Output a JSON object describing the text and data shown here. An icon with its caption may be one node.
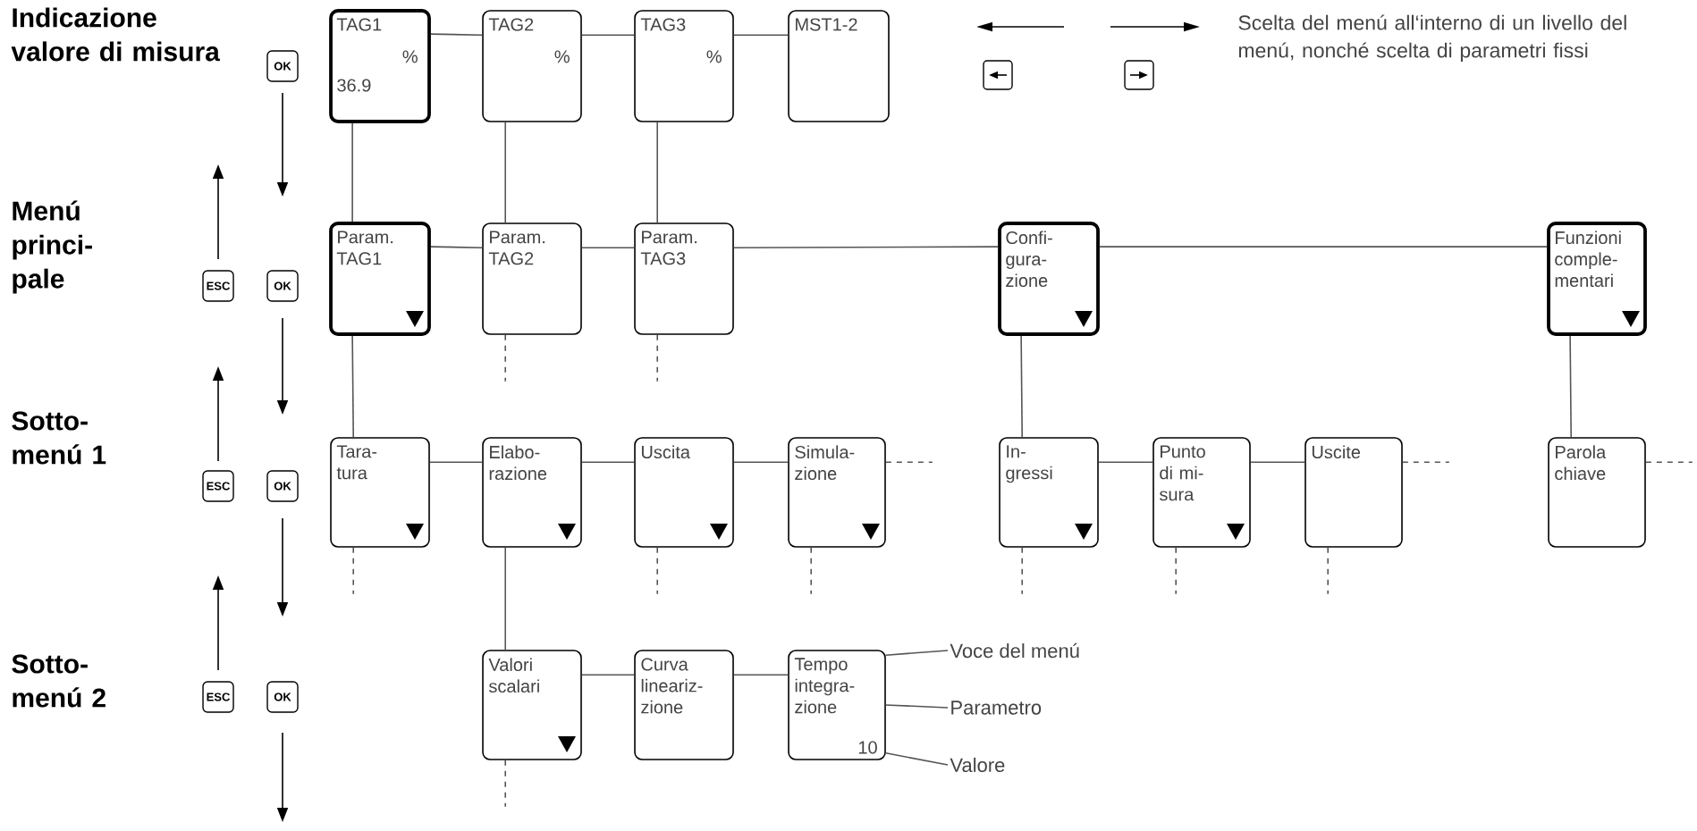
{
  "diagram": {
    "nodes": [
      {
        "text": [
          "TAG1",
          "%",
          "36.9"
        ]
      },
      {
        "text": [
          "TAG2",
          "%"
        ]
      },
      {
        "text": [
          "TAG3",
          "%"
        ]
      },
      {
        "text": [
          "MST1-2"
        ]
      },
      {
        "text": [
          "Param. TAG1"
        ]
      },
      {
        "text": [
          "Param. TAG2"
        ]
      },
      {
        "text": [
          "Param. TAG3"
        ]
      },
      {
        "text": [
          "Confi- gura- zione"
        ]
      },
      {
        "text": [
          "Funzioni comple- mentari"
        ]
      },
      {
        "text": [
          "Tara- tura"
        ]
      },
      {
        "text": [
          "Elabo- razione"
        ]
      },
      {
        "text": [
          "Uscita"
        ]
      },
      {
        "text": [
          "Simula- zione"
        ]
      },
      {
        "text": [
          "In- gressi"
        ]
      },
      {
        "text": [
          "Punto di mi- sura"
        ]
      },
      {
        "text": [
          "Uscite"
        ]
      },
      {
        "text": [
          "Parola chiave"
        ]
      },
      {
        "text": [
          "Valori scalari"
        ]
      },
      {
        "text": [
          "Curva lineariz- zione"
        ]
      },
      {
        "text": [
          "Tempo integra- zione",
          "10"
        ]
      },
      {
        "text": [
          "Voce del menú"
        ]
      },
      {
        "text": [
          "Parametro"
        ]
      },
      {
        "text": [
          "Valore"
        ]
      },
      {
        "text": [
          "OK"
        ]
      },
      {
        "text": [
          "ESC"
        ]
      },
      {
        "text": [
          "OK"
        ]
      },
      {
        "text": [
          "ESC"
        ]
      },
      {
        "text": [
          "OK"
        ]
      },
      {
        "text": [
          "ESC"
        ]
      },
      {
        "text": [
          "OK"
        ]
      }
    ],
    "edges": [
      {
        "from": 0,
        "to": 1,
        "arrow": "none"
      },
      {
        "from": 1,
        "to": 2,
        "arrow": "none"
      },
      {
        "from": 2,
        "to": 3,
        "arrow": "none"
      },
      {
        "from": 0,
        "to": 4,
        "arrow": "none"
      },
      {
        "from": 1,
        "to": 5,
        "arrow": "none"
      },
      {
        "from": 2,
        "to": 6,
        "arrow": "none"
      },
      {
        "from": 4,
        "to": 5,
        "arrow": "none"
      },
      {
        "from": 5,
        "to": 6,
        "arrow": "none"
      },
      {
        "from": 6,
        "to": 7,
        "arrow": "none"
      },
      {
        "from": 7,
        "to": 8,
        "arrow": "none"
      },
      {
        "from": 4,
        "to": 9,
        "arrow": "none"
      },
      {
        "from": 7,
        "to": 13,
        "arrow": "none"
      },
      {
        "from": 8,
        "to": 16,
        "arrow": "none"
      },
      {
        "from": 9,
        "to": 10,
        "arrow": "none"
      },
      {
        "from": 10,
        "to": 11,
        "arrow": "none"
      },
      {
        "from": 11,
        "to": 12,
        "arrow": "none"
      },
      {
        "from": 13,
        "to": 14,
        "arrow": "none"
      },
      {
        "from": 14,
        "to": 15,
        "arrow": "none"
      },
      {
        "from": 10,
        "to": 17,
        "arrow": "none"
      },
      {
        "from": 17,
        "to": 18,
        "arrow": "none"
      },
      {
        "from": 18,
        "to": 19,
        "arrow": "none"
      },
      {
        "from": 20,
        "to": 19,
        "arrow": "none"
      },
      {
        "from": 21,
        "to": 19,
        "arrow": "none"
      },
      {
        "from": 22,
        "to": 19,
        "arrow": "none"
      },
      {
        "from": 5,
        "to": null,
        "arrow": "none",
        "style": "dashed"
      },
      {
        "from": 6,
        "to": null,
        "arrow": "none",
        "style": "dashed"
      },
      {
        "from": 9,
        "to": null,
        "arrow": "none",
        "style": "dashed"
      },
      {
        "from": 11,
        "to": null,
        "arrow": "none",
        "style": "dashed"
      },
      {
        "from": 12,
        "to": null,
        "arrow": "none",
        "style": "dashed"
      },
      {
        "from": 12,
        "to": null,
        "arrow": "none",
        "style": "dashed"
      },
      {
        "from": 13,
        "to": null,
        "arrow": "none",
        "style": "dashed"
      },
      {
        "from": 14,
        "to": null,
        "arrow": "none",
        "style": "dashed"
      },
      {
        "from": 15,
        "to": null,
        "arrow": "none",
        "style": "dashed"
      },
      {
        "from": 15,
        "to": null,
        "arrow": "none",
        "style": "dashed"
      },
      {
        "from": 16,
        "to": null,
        "arrow": "none",
        "style": "dashed"
      },
      {
        "from": 17,
        "to": null,
        "arrow": "none",
        "style": "dashed"
      }
    ],
    "labels": [
      "Indicazione valore di misura",
      "Menú princi- pale",
      "Sotto- menú 1",
      "Sotto- menú 2",
      "Scelta del menú all‘interno di un livello del menú, nonché scelta di parametri fissi"
    ]
  }
}
